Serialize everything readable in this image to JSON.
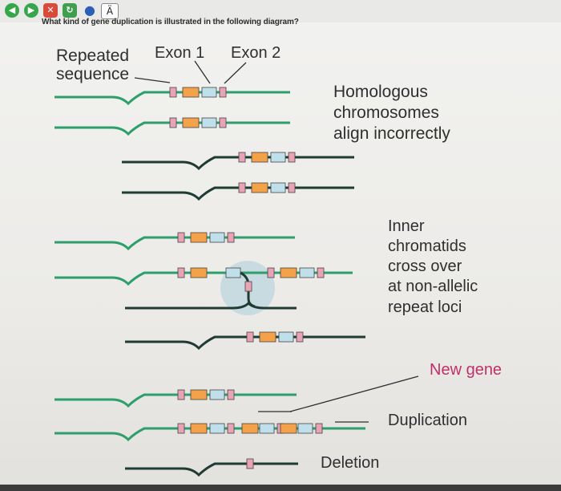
{
  "toolbar": {
    "icons": [
      "back-icon",
      "forward-icon",
      "close-icon",
      "refresh-icon",
      "user-icon",
      "font-icon"
    ],
    "font_glyph": "Ä"
  },
  "question": "What kind of gene duplication is illustrated in the following diagram?",
  "diagram": {
    "labels": {
      "repeated_sequence_line1": "Repeated",
      "repeated_sequence_line2": "sequence",
      "exon1": "Exon 1",
      "exon2": "Exon 2",
      "homologous_line1": "Homologous",
      "homologous_line2": "chromosomes",
      "homologous_line3": "align incorrectly",
      "inner_line1": "Inner",
      "inner_line2": "chromatids",
      "inner_line3": "cross over",
      "inner_line4": "at non-allelic",
      "inner_line5": "repeat loci",
      "new_gene": "New gene",
      "duplication": "Duplication",
      "deletion": "Deletion"
    },
    "colors": {
      "green_line": "#2e9e6a",
      "dark_line": "#1f3b33",
      "repeat_box": "#e9a3b6",
      "exon1_box": "#f3a24a",
      "exon2_box": "#bfe0ea",
      "new_gene_label": "#c0306a",
      "crossover_highlight": "#bcd6dd"
    }
  }
}
